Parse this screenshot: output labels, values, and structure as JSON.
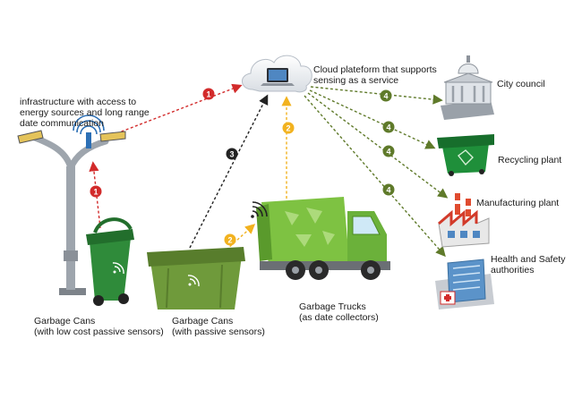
{
  "labels": {
    "cloud": [
      "Cloud plateform that supports",
      "sensing as a service"
    ],
    "infrastructure": [
      "infrastructure with access to",
      "energy sources and long range",
      "date communication"
    ],
    "cans_low": [
      "Garbage Cans",
      "(with low cost passive sensors)"
    ],
    "cans_passive": [
      "Garbage Cans",
      "(with passive sensors)"
    ],
    "trucks": [
      "Garbage Trucks",
      "(as date collectors)"
    ],
    "city": [
      "City council"
    ],
    "recycling": [
      "Recycling plant"
    ],
    "manufacturing": [
      "Manufacturing plant"
    ],
    "health": [
      "Health and Safety",
      "authorities"
    ]
  },
  "badges": {
    "b1": "1",
    "b2": "2",
    "b3": "3",
    "b4": "4"
  },
  "colors": {
    "red": "#d22b2b",
    "yellow": "#f2b21f",
    "black": "#222222",
    "olive": "#5f7a2a",
    "green": "#1f8f3a",
    "lime": "#7ec242"
  }
}
